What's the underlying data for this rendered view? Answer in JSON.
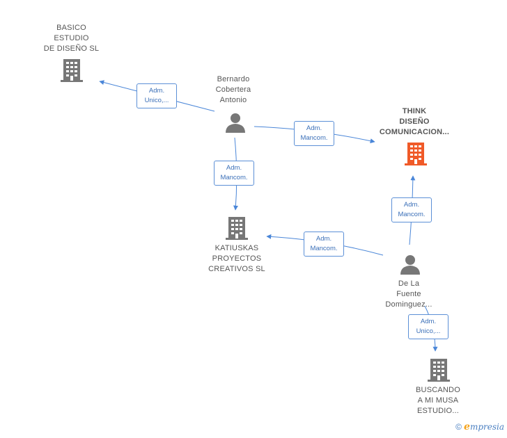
{
  "colors": {
    "edge": "#4a86d8",
    "building": "#777777",
    "building_highlight": "#f05a28",
    "person": "#777777"
  },
  "nodes": {
    "basico": {
      "label": "BASICO\nESTUDIO\nDE DISEÑO  SL",
      "icon": "building-icon"
    },
    "bernardo": {
      "label": "Bernardo\nCobertera\nAntonio",
      "icon": "person-icon"
    },
    "think": {
      "label": "THINK\nDISEÑO\nCOMUNICACION...",
      "icon": "building-icon"
    },
    "katiuskas": {
      "label": "KATIUSKAS\nPROYECTOS\nCREATIVOS  SL",
      "icon": "building-icon"
    },
    "delafuente": {
      "label": "De La\nFuente\nDominguez...",
      "icon": "person-icon"
    },
    "buscando": {
      "label": "BUSCANDO\nA MI MUSA\nESTUDIO...",
      "icon": "building-icon"
    }
  },
  "edges": {
    "bernardo_basico": "Adm.\nUnico,...",
    "bernardo_think": "Adm.\nMancom.",
    "bernardo_katiuskas": "Adm.\nMancom.",
    "delafuente_think": "Adm.\nMancom.",
    "delafuente_katiuskas": "Adm.\nMancom.",
    "delafuente_buscando": "Adm.\nUnico,..."
  },
  "footer": {
    "copyright": "©",
    "brand_initial": "e",
    "brand_rest": "mpresia"
  }
}
